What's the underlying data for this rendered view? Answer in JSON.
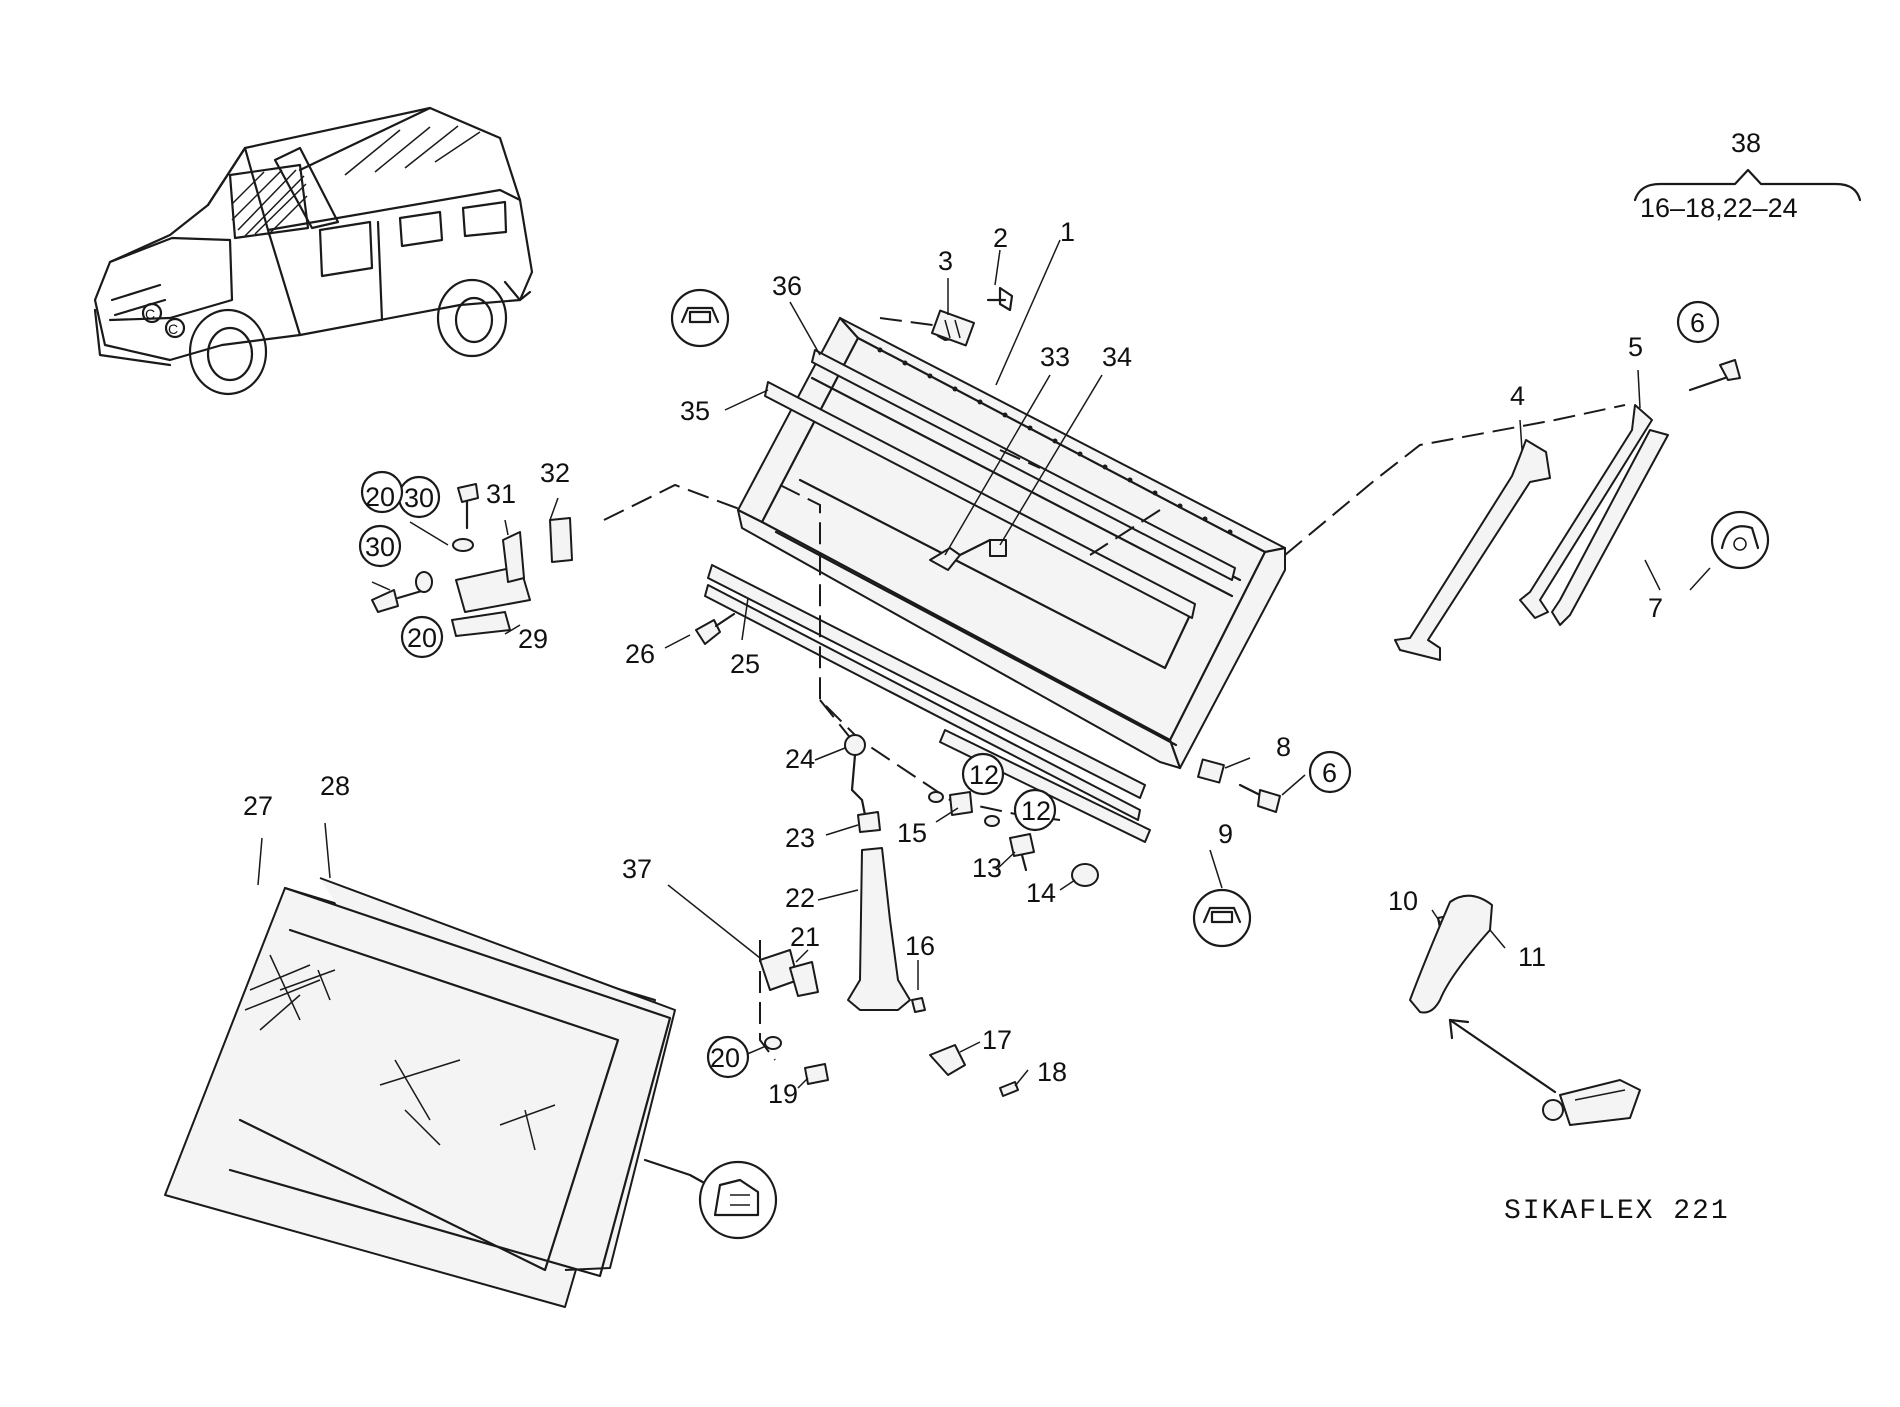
{
  "labels": {
    "p1": "1",
    "p2": "2",
    "p3": "3",
    "p4": "4",
    "p5": "5",
    "p6a": "6",
    "p6b": "6",
    "p7": "7",
    "p8": "8",
    "p9": "9",
    "p10": "10",
    "p11": "11",
    "p12a": "12",
    "p12b": "12",
    "p13": "13",
    "p14": "14",
    "p15": "15",
    "p16": "16",
    "p17": "17",
    "p18": "18",
    "p19": "19",
    "p20a": "20",
    "p20b": "20",
    "p20c": "20",
    "p21": "21",
    "p22": "22",
    "p23": "23",
    "p24": "24",
    "p25": "25",
    "p26": "26",
    "p27": "27",
    "p28": "28",
    "p29": "29",
    "p30a": "30",
    "p30b": "30",
    "p31": "31",
    "p32": "32",
    "p33": "33",
    "p34": "34",
    "p35": "35",
    "p36": "36",
    "p37": "37",
    "p38": "38"
  },
  "kit_contents": "16–18,22–24",
  "sealant_text": "SIKAFLEX 221",
  "icons": [
    "vehicle-illustration-icon",
    "clip-detail-icon",
    "seal-profile-detail-icon",
    "sealant-tube-icon"
  ]
}
